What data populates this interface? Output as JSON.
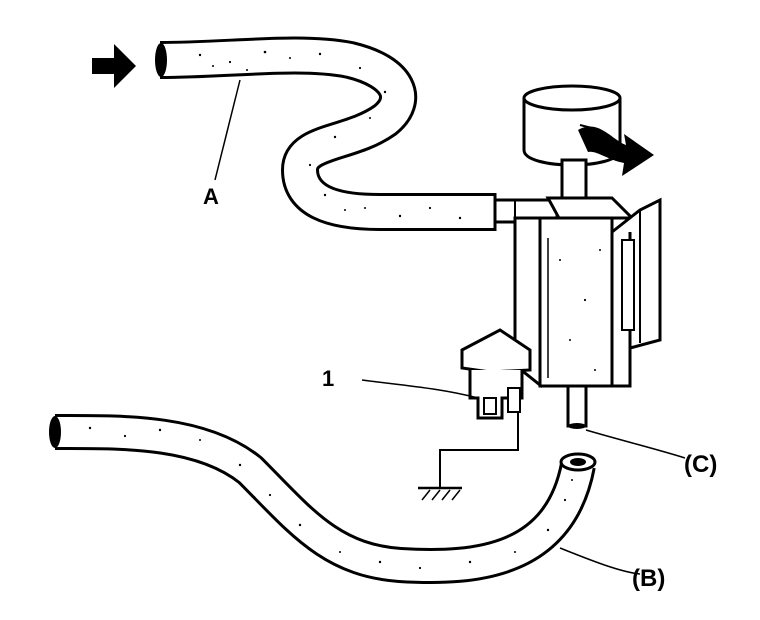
{
  "labels": {
    "hose_a": "A",
    "part_1": "1",
    "hose_b": "(B)",
    "port_c": "(C)"
  },
  "colors": {
    "ink": "#000000",
    "paper": "#ffffff"
  },
  "icons": [
    "inflow-arrow-icon",
    "outflow-arrow-icon",
    "ground-symbol-icon"
  ]
}
